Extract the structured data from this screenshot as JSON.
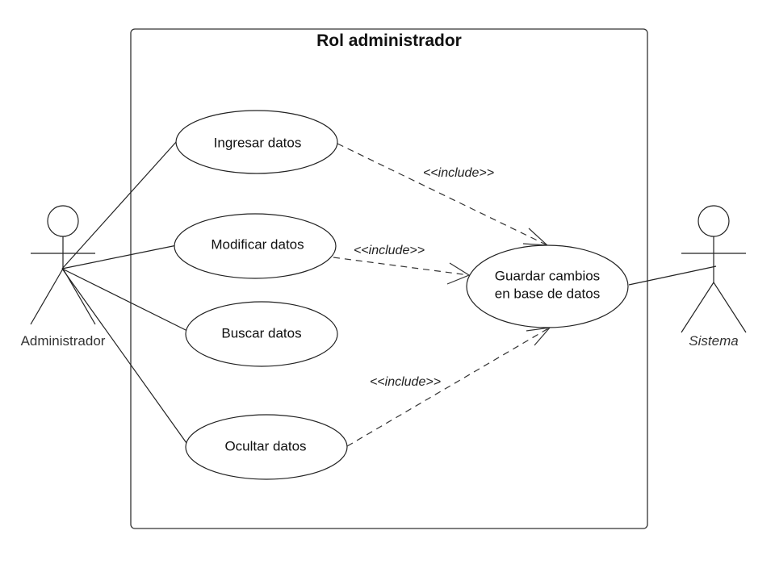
{
  "system": {
    "title": "Rol administrador"
  },
  "actors": {
    "admin": "Administrador",
    "system": "Sistema"
  },
  "use_cases": {
    "ingresar": "Ingresar datos",
    "modificar": "Modificar datos",
    "buscar": "Buscar datos",
    "ocultar": "Ocultar datos",
    "guardar_line1": "Guardar cambios",
    "guardar_line2": "en base de datos"
  },
  "relations": {
    "include1": "<<include>>",
    "include2": "<<include>>",
    "include3": "<<include>>"
  }
}
